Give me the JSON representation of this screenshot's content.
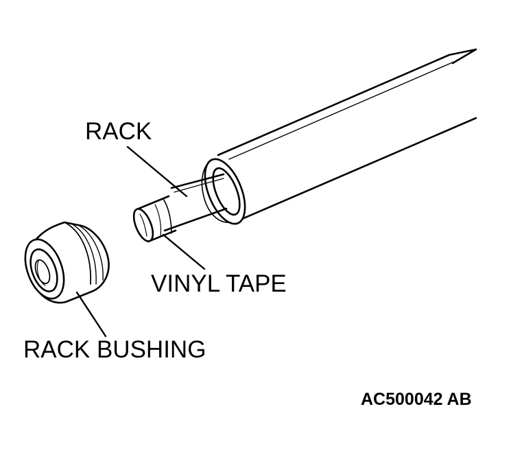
{
  "labels": {
    "rack": "RACK",
    "vinyl_tape": "VINYL TAPE",
    "rack_bushing": "RACK BUSHING"
  },
  "figure_code": "AC500042 AB",
  "colors": {
    "line": "#000000",
    "background": "#ffffff"
  }
}
